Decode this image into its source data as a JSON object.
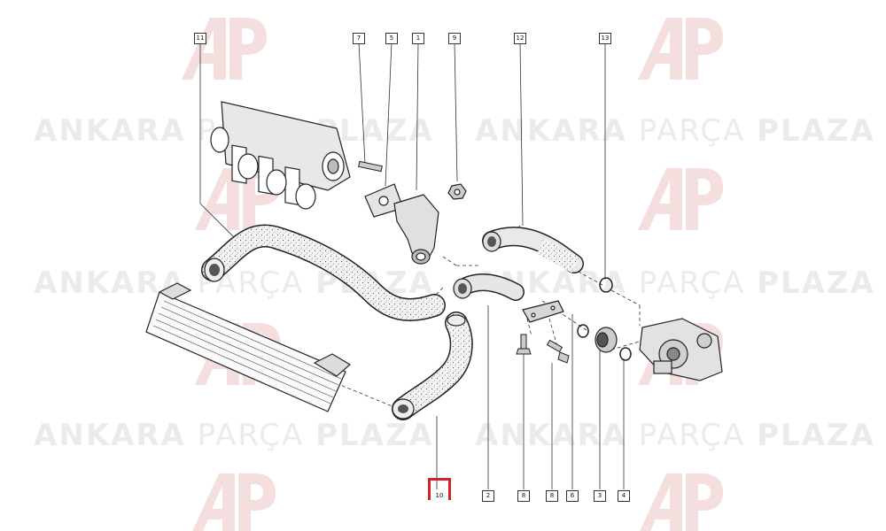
{
  "watermark": {
    "brand_bold_left": "ANKARA",
    "brand_regular": "PARÇA",
    "brand_bold_right": "PLAZA",
    "logo_letters": "AP",
    "color": "#ebebeb"
  },
  "callouts": [
    {
      "id": "c11",
      "label": "11"
    },
    {
      "id": "c7",
      "label": "7"
    },
    {
      "id": "c5",
      "label": "5"
    },
    {
      "id": "c1",
      "label": "1"
    },
    {
      "id": "c9",
      "label": "9"
    },
    {
      "id": "c12",
      "label": "12"
    },
    {
      "id": "c13",
      "label": "13"
    },
    {
      "id": "c10",
      "label": "10",
      "highlighted": true
    },
    {
      "id": "c2",
      "label": "2"
    },
    {
      "id": "c8a",
      "label": "8"
    },
    {
      "id": "c8b",
      "label": "8"
    },
    {
      "id": "c6",
      "label": "6"
    },
    {
      "id": "c3",
      "label": "3"
    },
    {
      "id": "c4",
      "label": "4"
    }
  ],
  "highlight_color": "#d4202a"
}
